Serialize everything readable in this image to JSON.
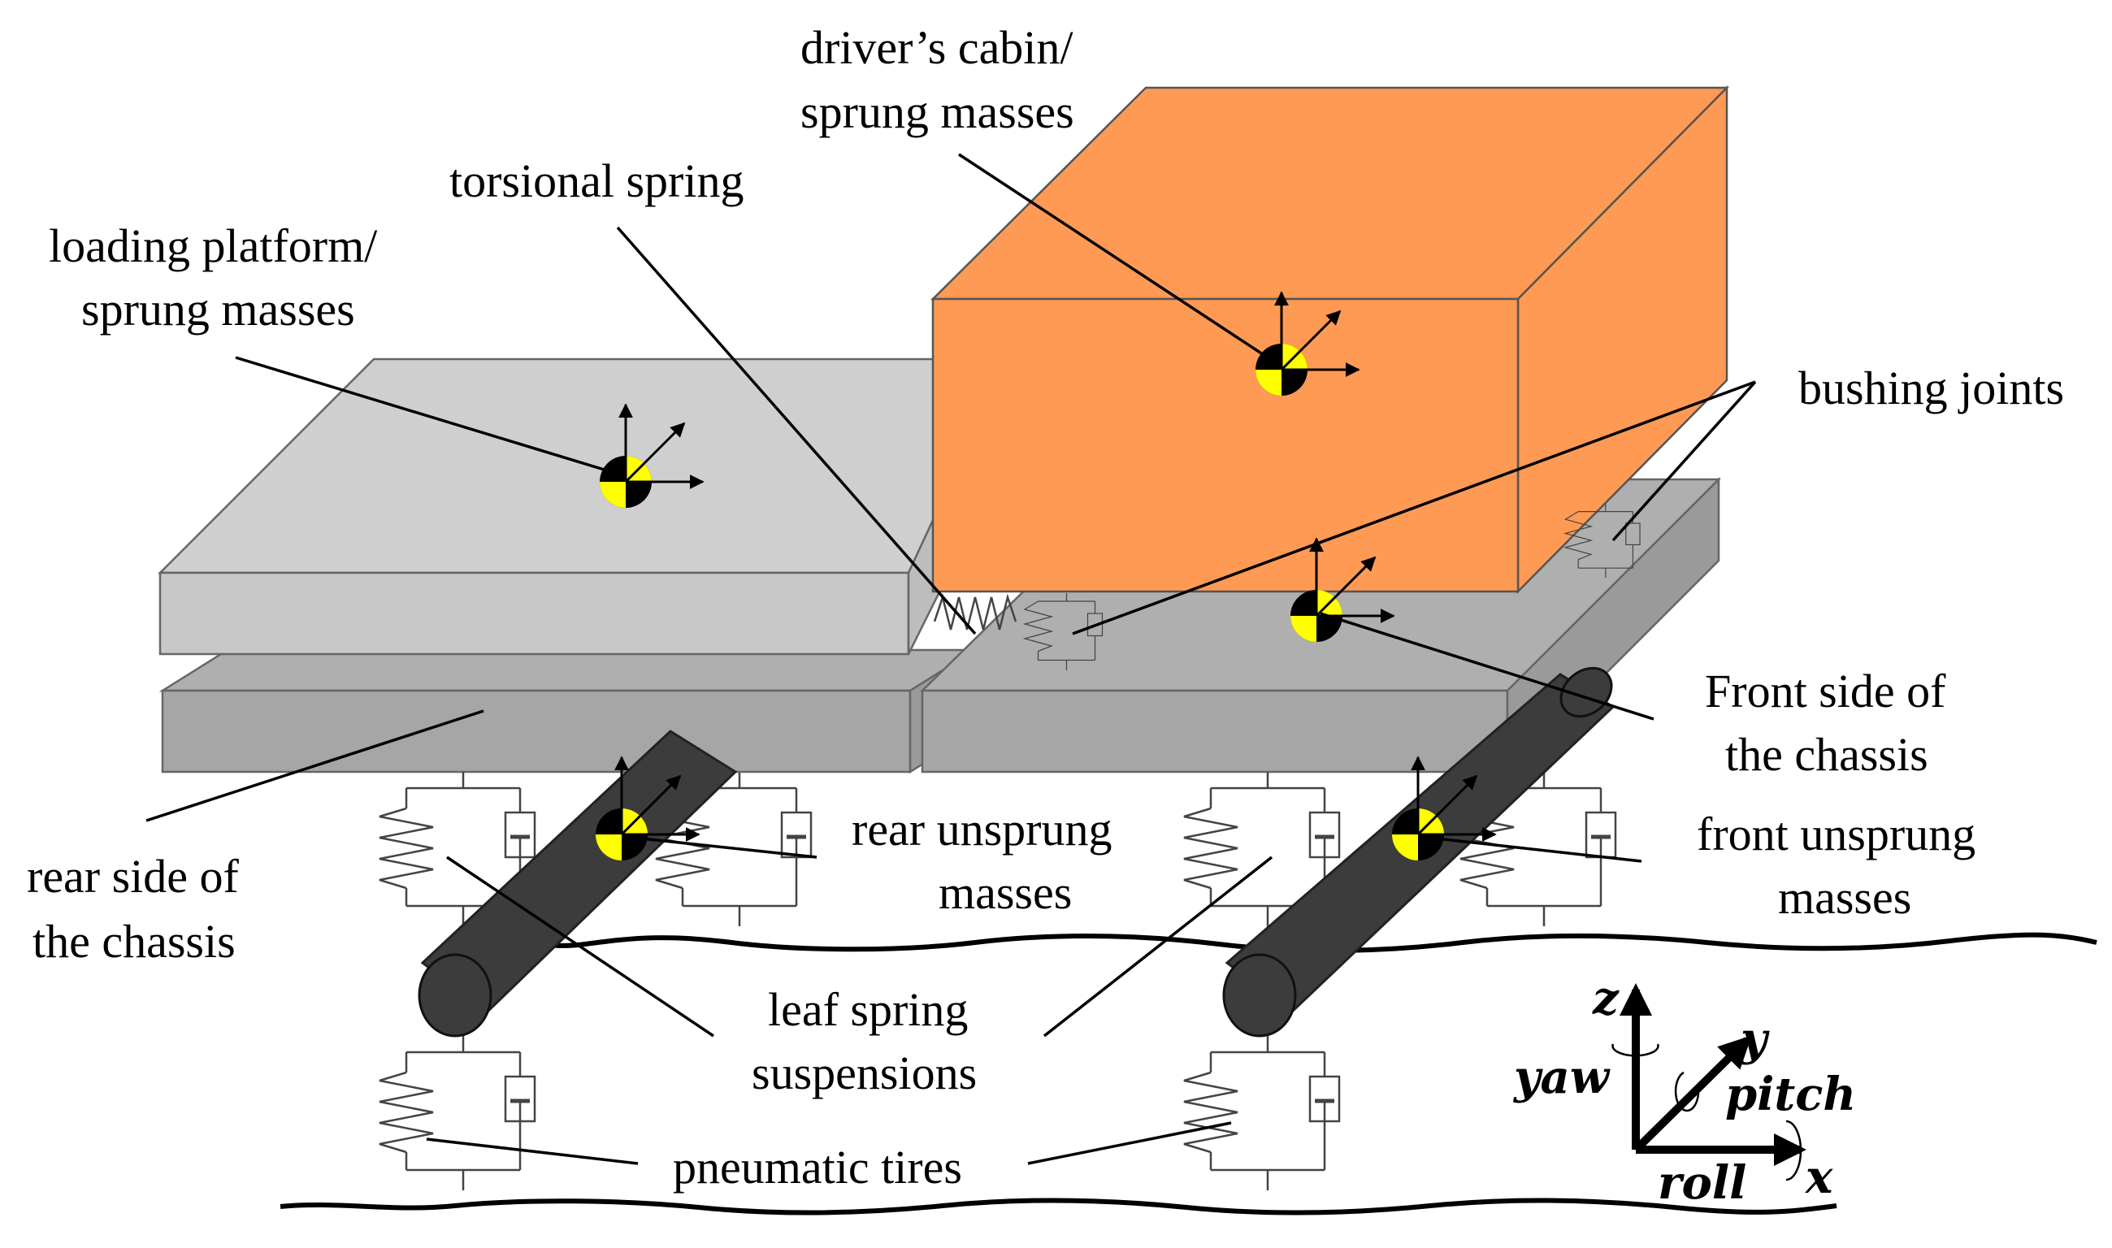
{
  "labels": {
    "cabin_l1": "driver’s cabin/",
    "cabin_l2": "sprung masses",
    "torsional": "torsional spring",
    "platform_l1": "loading platform/",
    "platform_l2": "sprung masses",
    "bushing": "bushing joints",
    "front_chassis_l1": "Front side of",
    "front_chassis_l2": "the chassis",
    "rear_unsprung_l1": "rear unsprung",
    "rear_unsprung_l2": "masses",
    "front_unsprung_l1": "front unsprung",
    "front_unsprung_l2": "masses",
    "rear_chassis_l1": "rear side of",
    "rear_chassis_l2": "the chassis",
    "leaf_l1": "leaf spring",
    "leaf_l2": "suspensions",
    "tires": "pneumatic tires"
  },
  "axes": {
    "z": "z",
    "y": "y",
    "x": "x",
    "yaw": "yaw",
    "pitch": "pitch",
    "roll": "roll"
  },
  "colors": {
    "cabin_front": "#FF9A55",
    "cabin_top": "#FF9A55",
    "cabin_side": "#FF9A55",
    "platform_top": "#CFCFCF",
    "platform_front": "#C8C8C8",
    "chassis_top": "#AFAFAF",
    "chassis_front": "#A6A6A6",
    "axle": "#3C3C3C",
    "cog_yellow": "#FFFF00"
  }
}
